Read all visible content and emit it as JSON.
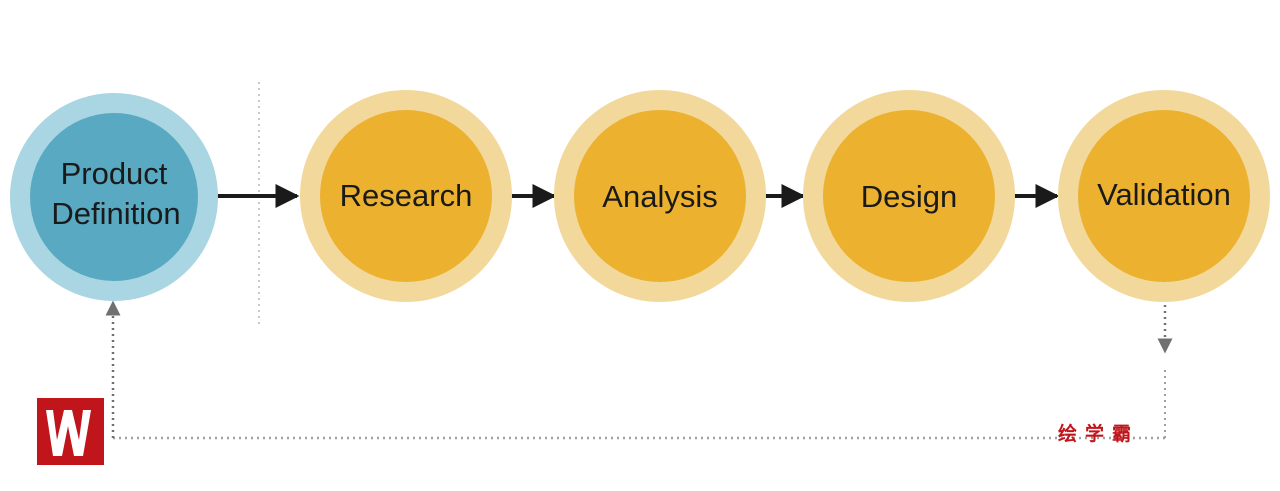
{
  "diagram": {
    "nodes": [
      {
        "id": "product-definition",
        "lines": [
          "Product",
          "Definition"
        ],
        "color_outer": "#a9d6e2",
        "color_inner": "#58a9c1"
      },
      {
        "id": "research",
        "lines": [
          "Research"
        ],
        "color_outer": "#f2d89a",
        "color_inner": "#ebb12f"
      },
      {
        "id": "analysis",
        "lines": [
          "Analysis"
        ],
        "color_outer": "#f2d89a",
        "color_inner": "#ebb12f"
      },
      {
        "id": "design",
        "lines": [
          "Design"
        ],
        "color_outer": "#f2d89a",
        "color_inner": "#ebb12f"
      },
      {
        "id": "validation",
        "lines": [
          "Validation"
        ],
        "color_outer": "#f2d89a",
        "color_inner": "#ebb12f"
      }
    ],
    "edges": [
      {
        "from": "product-definition",
        "to": "research",
        "style": "solid"
      },
      {
        "from": "research",
        "to": "analysis",
        "style": "solid"
      },
      {
        "from": "analysis",
        "to": "design",
        "style": "solid"
      },
      {
        "from": "design",
        "to": "validation",
        "style": "solid"
      },
      {
        "from": "validation",
        "to": "product-definition",
        "style": "dotted"
      }
    ]
  },
  "watermark": {
    "text": "绘学霸",
    "logo_color": "#c0161b"
  }
}
